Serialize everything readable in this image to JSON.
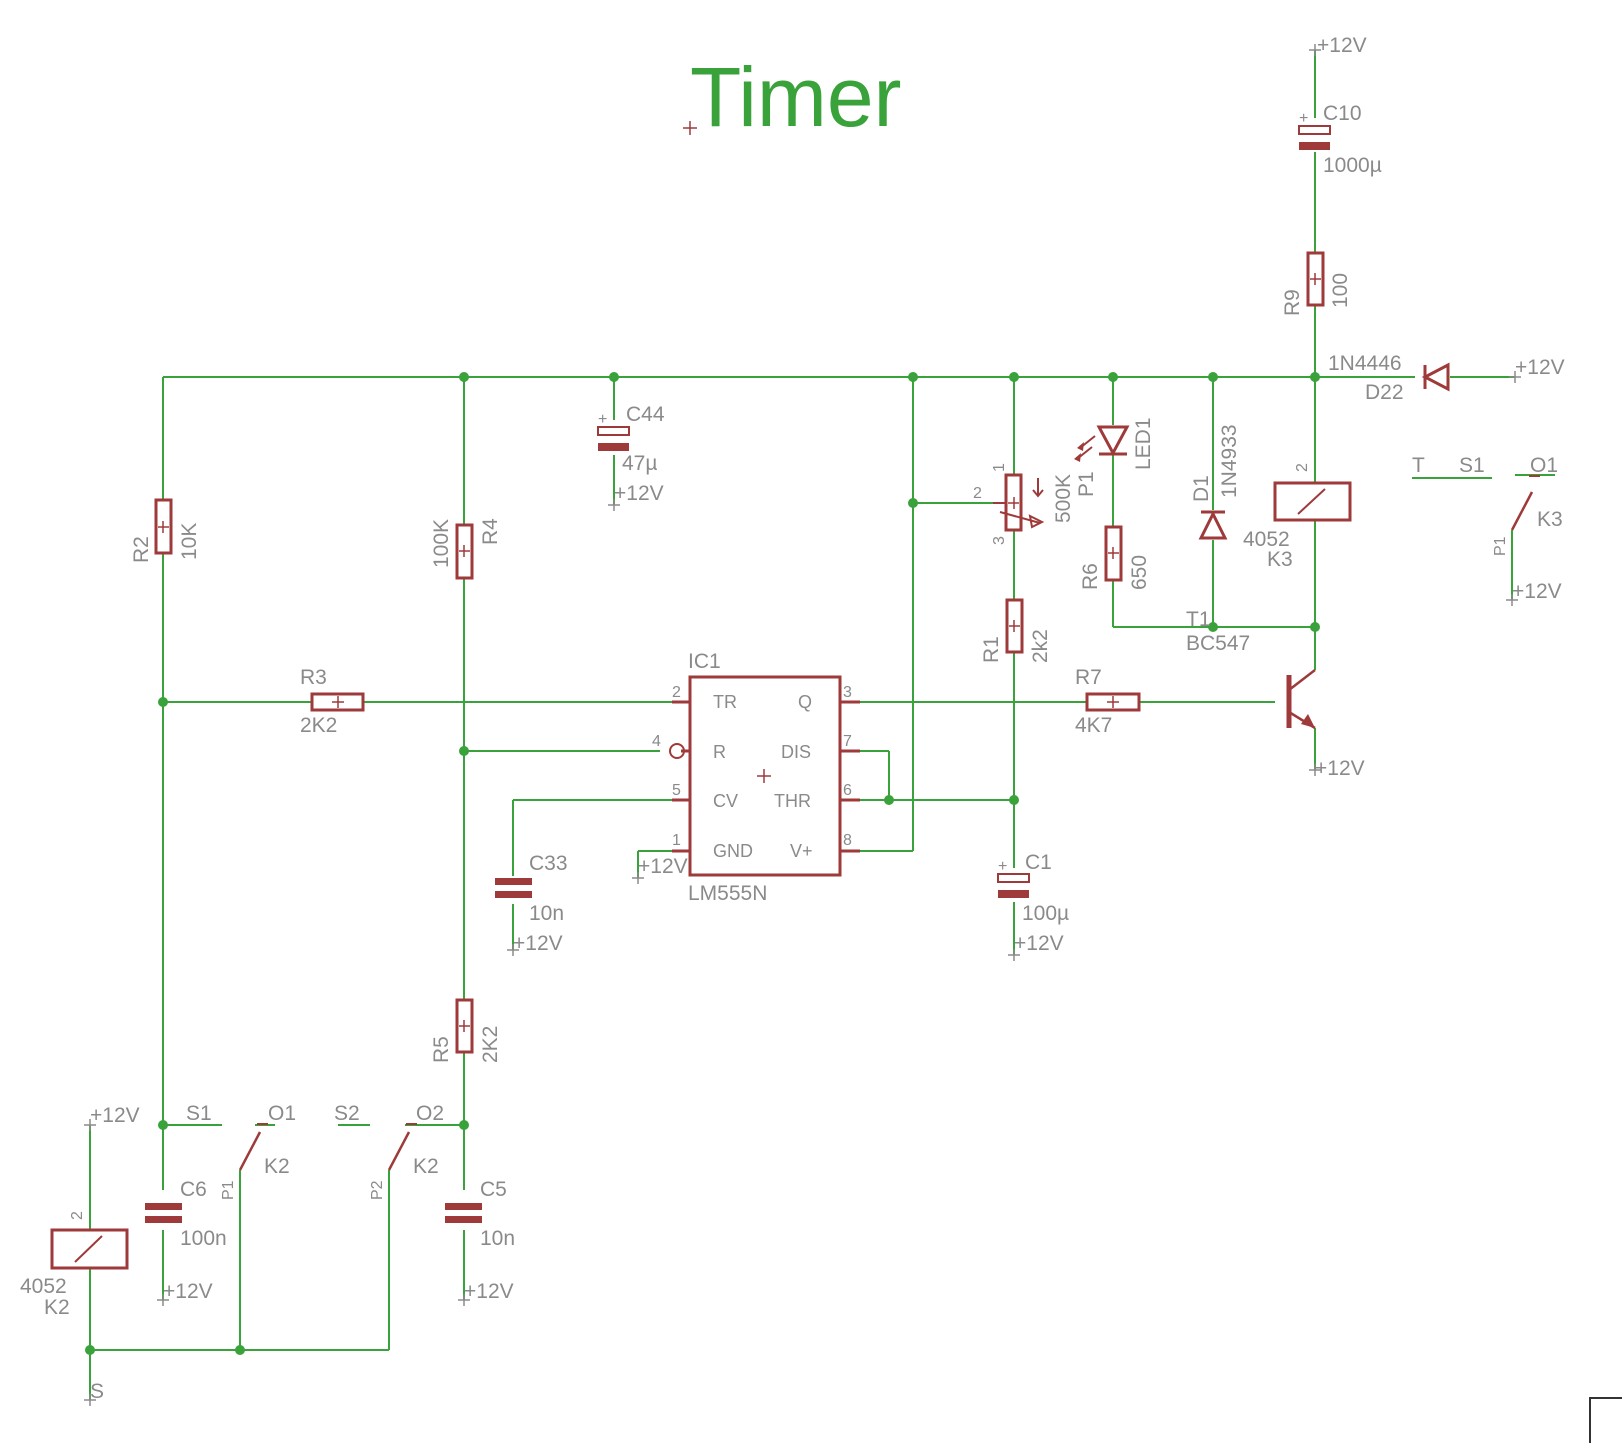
{
  "title": "Timer",
  "ic": {
    "name": "IC1",
    "value": "LM555N",
    "pins_left": [
      "TR",
      "R",
      "CV",
      "GND"
    ],
    "pins_right": [
      "Q",
      "DIS",
      "THR",
      "V+"
    ],
    "pin_numbers": {
      "TR": "2",
      "R": "4",
      "CV": "5",
      "GND": "1",
      "Q": "3",
      "DIS": "7",
      "THR": "6",
      "V+": "8"
    }
  },
  "resistors": {
    "R1": {
      "name": "R1",
      "value": "2k2"
    },
    "R2": {
      "name": "R2",
      "value": "10K"
    },
    "R3": {
      "name": "R3",
      "value": "2K2"
    },
    "R4": {
      "name": "R4",
      "value": "100K"
    },
    "R5": {
      "name": "R5",
      "value": "2K2"
    },
    "R6": {
      "name": "R6",
      "value": "650"
    },
    "R7": {
      "name": "R7",
      "value": "4K7"
    },
    "R9": {
      "name": "R9",
      "value": "100"
    }
  },
  "capacitors": {
    "C1": {
      "name": "C1",
      "value": "100µ"
    },
    "C5": {
      "name": "C5",
      "value": "10n"
    },
    "C6": {
      "name": "C6",
      "value": "100n"
    },
    "C10": {
      "name": "C10",
      "value": "1000µ"
    },
    "C33": {
      "name": "C33",
      "value": "10n"
    },
    "C44": {
      "name": "C44",
      "value": "47µ"
    }
  },
  "potentiometer": {
    "name": "P1",
    "value": "500K",
    "pins": [
      "1",
      "2",
      "3"
    ]
  },
  "led": {
    "name": "LED1"
  },
  "diodes": {
    "D1": {
      "name": "D1",
      "value": "1N4933"
    },
    "D22": {
      "name": "D22",
      "value": "1N4446"
    }
  },
  "transistor": {
    "name": "T1",
    "value": "BC547"
  },
  "relays": {
    "K2": {
      "name": "K2",
      "value": "4052"
    },
    "K3": {
      "name": "K3",
      "value": "4052"
    }
  },
  "contacts": {
    "k3": {
      "common": "P1",
      "no": "S1",
      "nc": "O1",
      "name": "K3",
      "common_terminal": "T"
    },
    "k2a": {
      "common": "P1",
      "no": "S1",
      "nc": "O1",
      "name": "K2"
    },
    "k2b": {
      "common": "P2",
      "no": "S2",
      "nc": "O2",
      "name": "K2"
    }
  },
  "supply_label": "+12V",
  "coil_pin": "2",
  "ground_label": "S"
}
